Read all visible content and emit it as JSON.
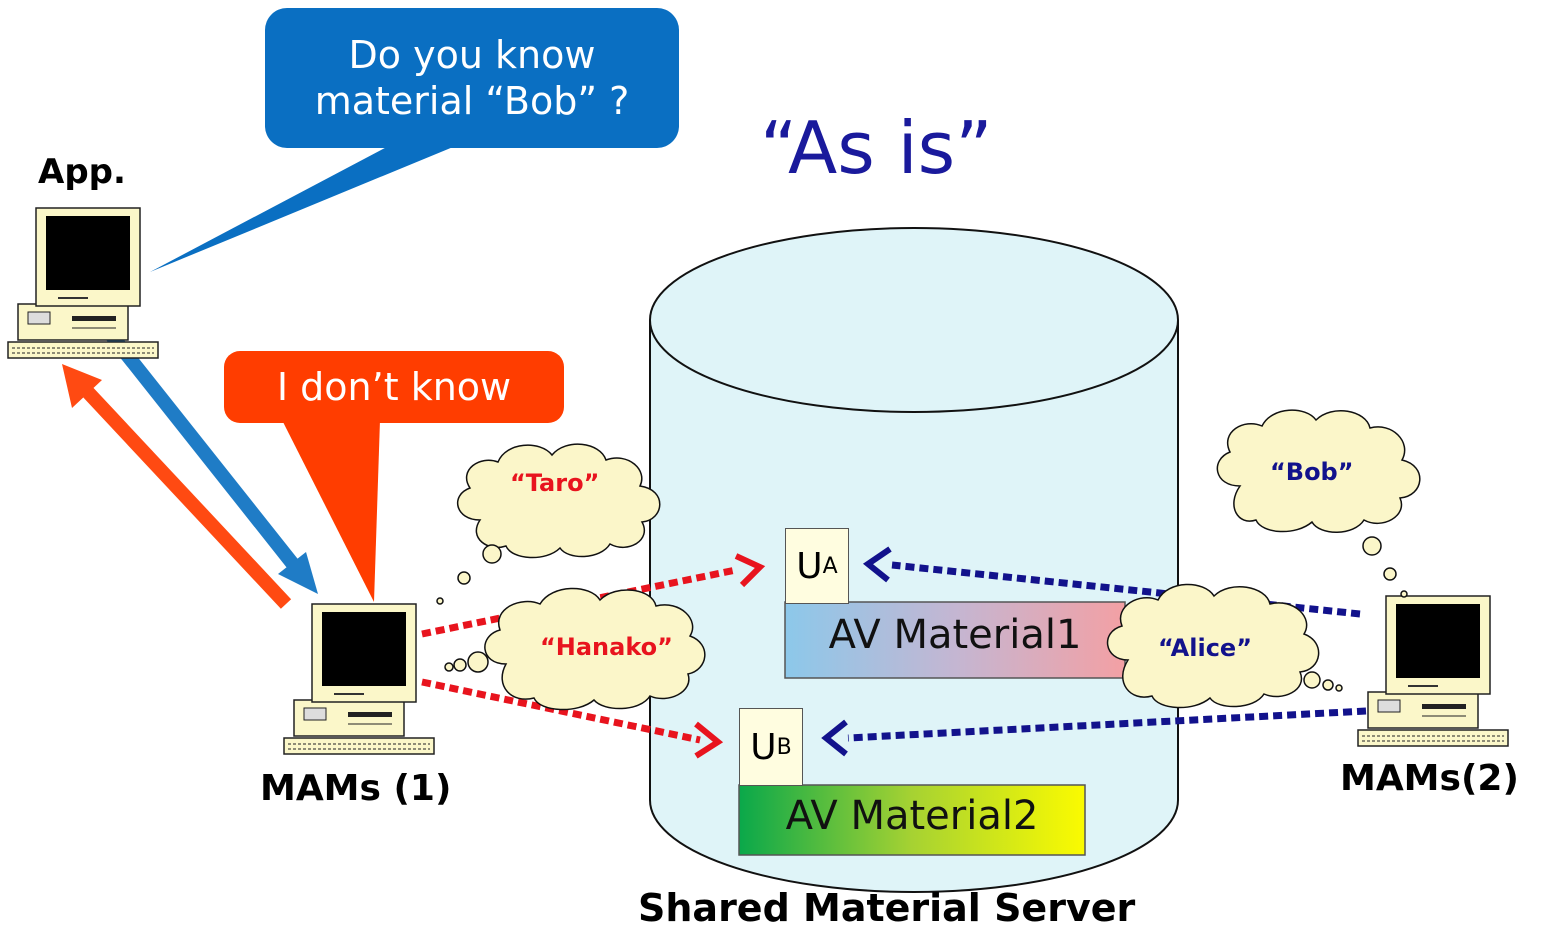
{
  "title": "“As is”",
  "labels": {
    "app": "App.",
    "mams1": "MAMs (1)",
    "mams2": "MAMs(2)",
    "server": "Shared Material Server"
  },
  "bubbles": {
    "query_line1": "Do you know",
    "query_line2": "material “Bob” ?",
    "reply": "I don’t know"
  },
  "thoughts": {
    "mams1_a": "“Taro”",
    "mams1_b": "“Hanako”",
    "mams2_a": "“Bob”",
    "mams2_b": "“Alice”"
  },
  "storage": {
    "ua": {
      "main": "U",
      "sub": "A"
    },
    "ub": {
      "main": "U",
      "sub": "B"
    },
    "material1": "AV Material1",
    "material2": "AV Material2"
  },
  "colors": {
    "query": "#0a6fc2",
    "reply": "#ff3d00",
    "mams1_link": "#e8141e",
    "mams2_link": "#12128c",
    "cylinder": "#dff4f8"
  }
}
